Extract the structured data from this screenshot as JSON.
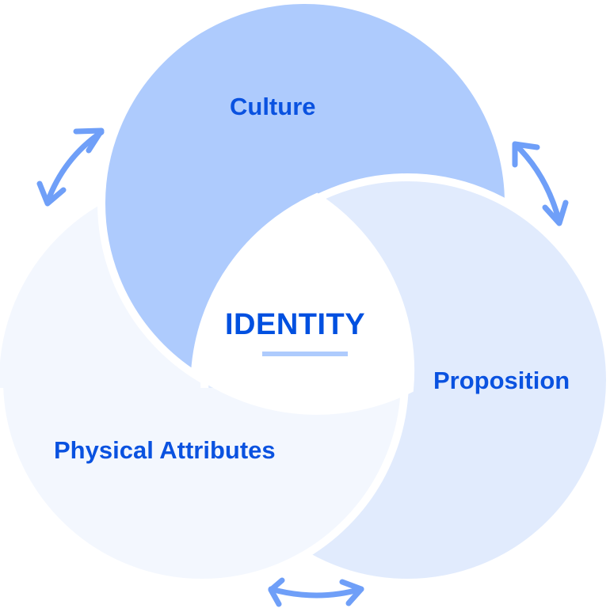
{
  "title": "IDENTITY",
  "segments": [
    {
      "label": "Culture",
      "color": "#aecbfd"
    },
    {
      "label": "Proposition",
      "color": "#e1ebfd"
    },
    {
      "label": "Physical Attributes",
      "color": "#f3f7fe"
    }
  ],
  "colors": {
    "text": "#0a52e0",
    "arrow": "#6f9ff8",
    "underline": "#aecbfd"
  },
  "icons": [
    "double-arrow-icon"
  ]
}
